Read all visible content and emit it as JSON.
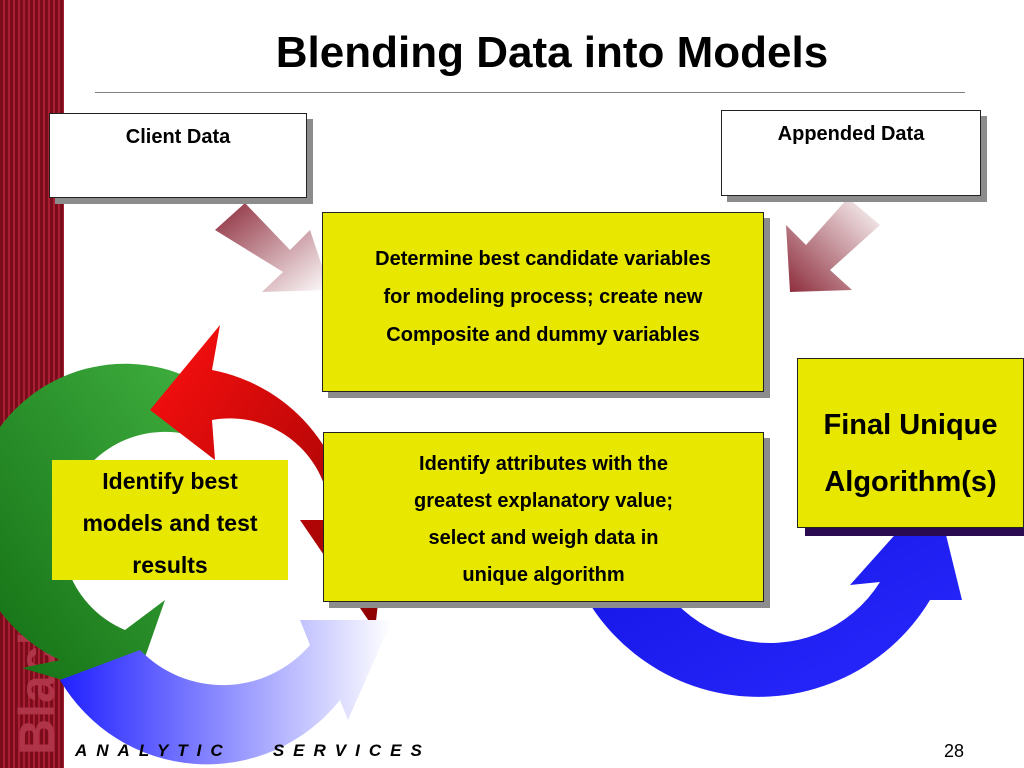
{
  "slide": {
    "title": "Blending Data into Models",
    "brand": "Blackbaud",
    "footer": "ANALYTIC   SERVICES",
    "page_number": "28"
  },
  "boxes": {
    "client": "Client Data",
    "appended": "Appended Data",
    "determine": [
      "Determine best candidate variables",
      "for modeling process; create new",
      "Composite and dummy variables"
    ],
    "identify_attributes": [
      "Identify attributes with the",
      "greatest explanatory value;",
      "select and weigh data in",
      "unique algorithm"
    ],
    "identify_models": [
      "Identify best",
      "models and test",
      "results"
    ],
    "final": [
      "Final Unique",
      "Algorithm(s)"
    ]
  },
  "colors": {
    "sidebar": "#7a0c1c",
    "box_fill": "#e7e700",
    "cycle_red": "#d40000",
    "cycle_green": "#1f8c1f",
    "cycle_blue": "#1a1aee"
  }
}
